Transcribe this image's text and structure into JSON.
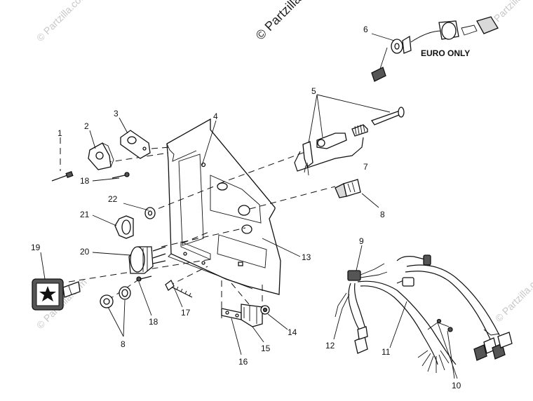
{
  "watermarks": [
    "© Partzilla.com",
    "© Partzilla.com",
    "© Partzilla.com",
    "© Partzilla.com",
    "© Partzilla.com"
  ],
  "callouts": {
    "c1": "1",
    "c2": "2",
    "c3": "3",
    "c4": "4",
    "c5": "5",
    "c6": "6",
    "c7": "7",
    "c8a": "8",
    "c8b": "8",
    "c9": "9",
    "c10": "10",
    "c11": "11",
    "c12": "12",
    "c13": "13",
    "c14": "14",
    "c15": "15",
    "c16": "16",
    "c17": "17",
    "c18a": "18",
    "c18b": "18",
    "c19": "19",
    "c20": "20",
    "c21": "21",
    "c22": "22"
  },
  "euro_note": "EURO ONLY",
  "icons": {
    "logo": "polaris-star-logo-icon"
  }
}
